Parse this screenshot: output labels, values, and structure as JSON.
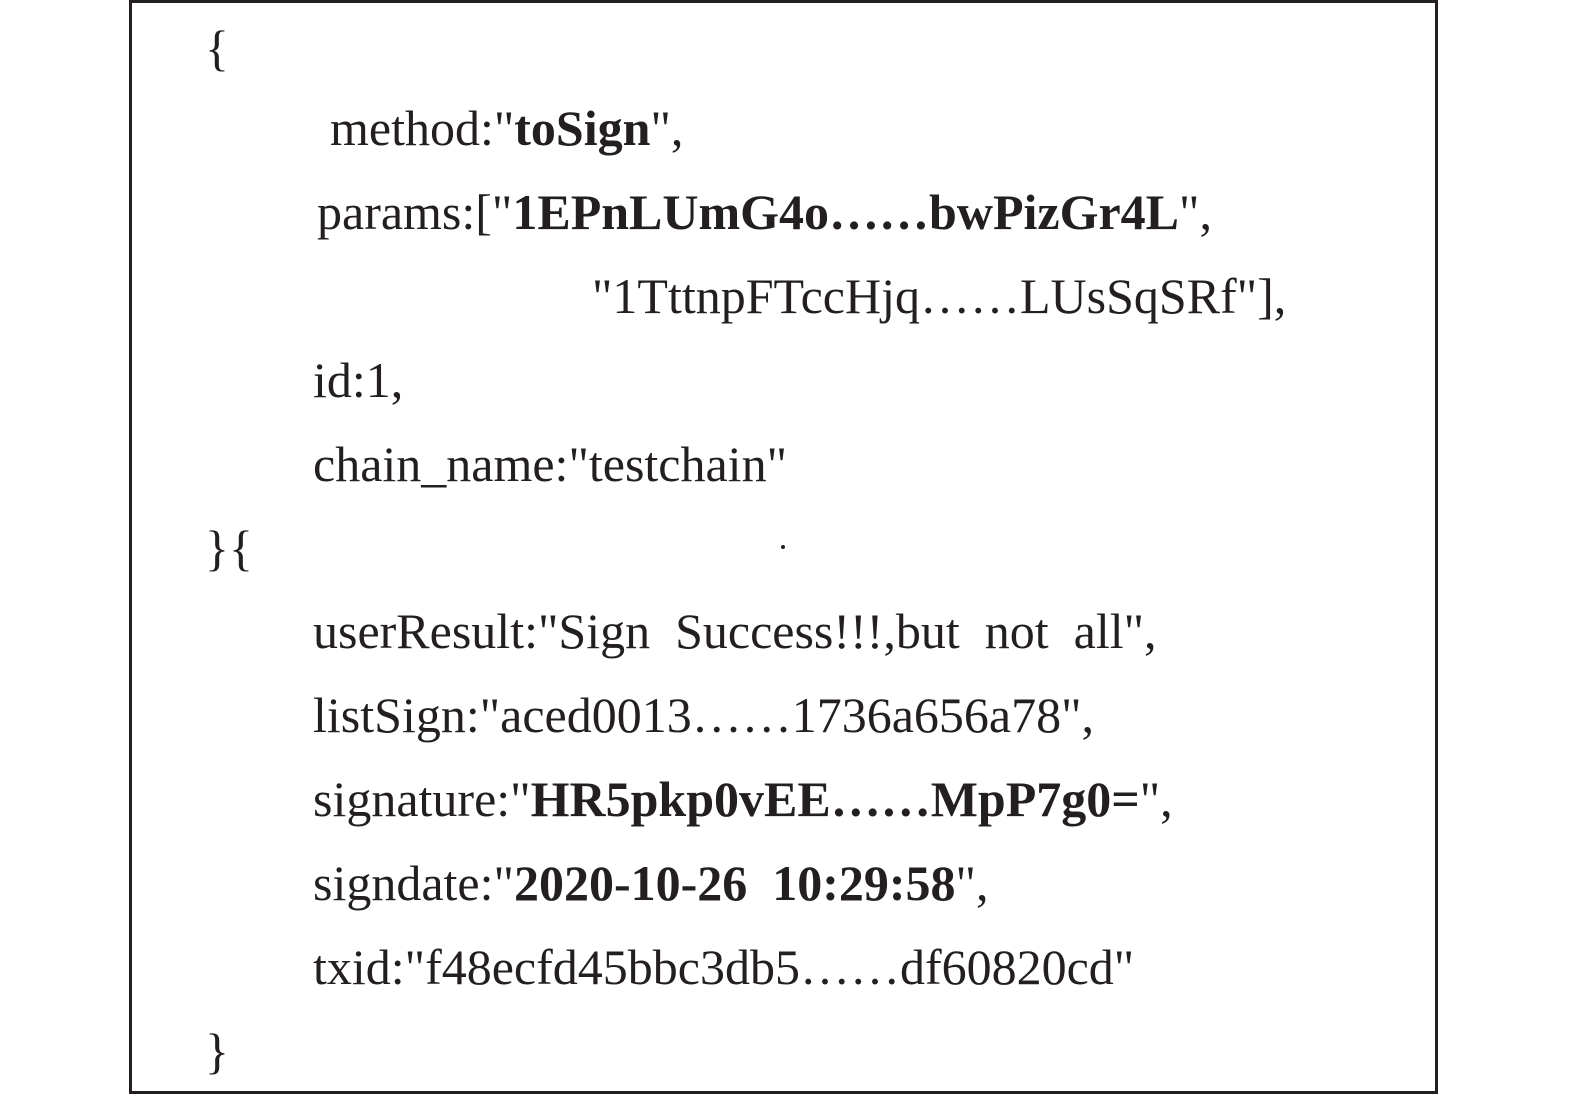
{
  "code": {
    "open_brace": "{",
    "method_key": "method:\"",
    "method_value": "toSign",
    "method_end": "\",",
    "params_key": "params:[\"",
    "params_value1": "1EPnLUmG4o……bwPizGr4L",
    "params_end1": "\",",
    "params_value2": "\"1TttnpFTccHjq……LUsSqSRf\"],",
    "id_line": "id:1,",
    "chain_line": "chain_name:\"testchain\"",
    "mid_braces": "}{",
    "user_result_line": "userResult:\"Sign  Success!!!,but  not  all\",",
    "list_sign_line": "listSign:\"aced0013……1736a656a78\",",
    "signature_key": "signature:\"",
    "signature_value": "HR5pkp0vEE……MpP7g0=",
    "signature_end": "\",",
    "signdate_key": "signdate:\"",
    "signdate_value": "2020-10-26  10:29:58",
    "signdate_end": "\",",
    "txid_line": "txid:\"f48ecfd45bbc3db5……df60820cd\"",
    "close_brace": "}"
  }
}
